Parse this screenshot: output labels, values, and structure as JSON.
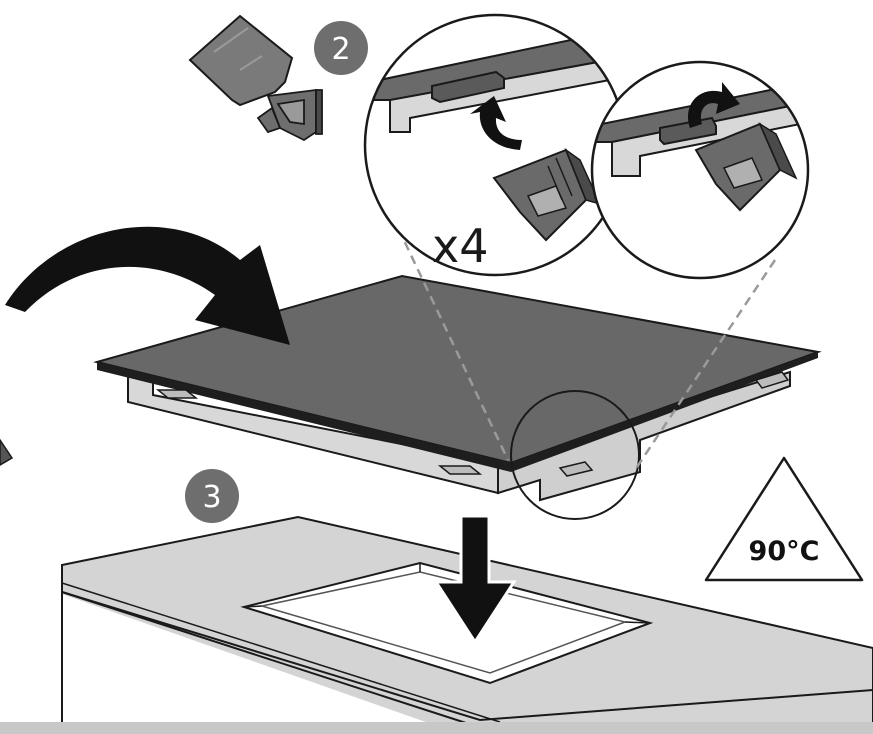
{
  "steps": {
    "step2": "2",
    "step3": "3"
  },
  "clip_multiplier": "x4",
  "temperature_warning": "90°C",
  "colors": {
    "glass_top": "#686868",
    "frame_gray": "#d6d6d6",
    "countertop": "#d4d4d4",
    "badge": "#6e6e6e",
    "arrow": "#111111",
    "outline": "#1a1a1a"
  }
}
